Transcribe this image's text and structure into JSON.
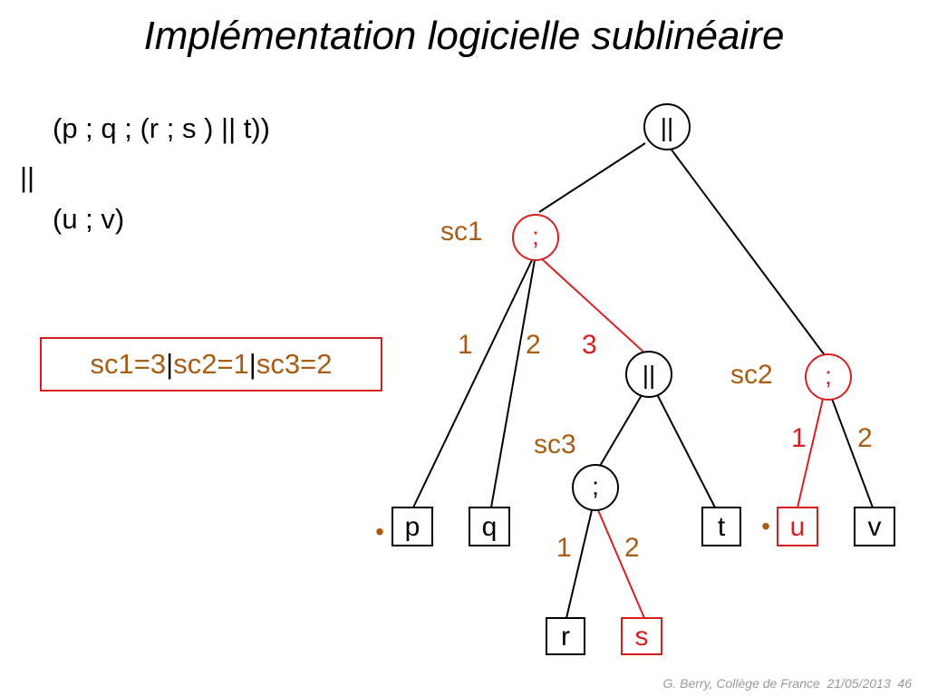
{
  "slide": {
    "title": "Implémentation logicielle sublinéaire",
    "expression": {
      "line1": "(p ; q ; (r ; s ) || t))",
      "line2": "||",
      "line3": "(u ; v)"
    },
    "status": {
      "sc1": "sc1=3",
      "sc2": "sc2=1",
      "sc3": "sc3=2",
      "separator": "|"
    },
    "footer": {
      "author": "G. Berry, Collège de France",
      "date": "21/05/2013",
      "page": "46"
    }
  },
  "tree": {
    "operators": {
      "root": "||",
      "seq1": ";",
      "par2": "||",
      "seq3": ";",
      "seq2": ";"
    },
    "counter_labels": {
      "sc1": "sc1",
      "sc2": "sc2",
      "sc3": "sc3"
    },
    "leaves": {
      "p": "p",
      "q": "q",
      "r": "r",
      "s": "s",
      "t": "t",
      "u": "u",
      "v": "v"
    },
    "branch_labels": {
      "seq1_1": "1",
      "seq1_2": "2",
      "seq1_3": "3",
      "seq2_1": "1",
      "seq2_2": "2",
      "seq3_1": "1",
      "seq3_2": "2"
    },
    "markers": {
      "p_marker": "•",
      "u_marker": "•"
    }
  },
  "colors": {
    "active_red": "#d81f1f",
    "counter_brown": "#a85c14",
    "line_black": "#000000",
    "footer_gray": "#9a9a9a"
  }
}
